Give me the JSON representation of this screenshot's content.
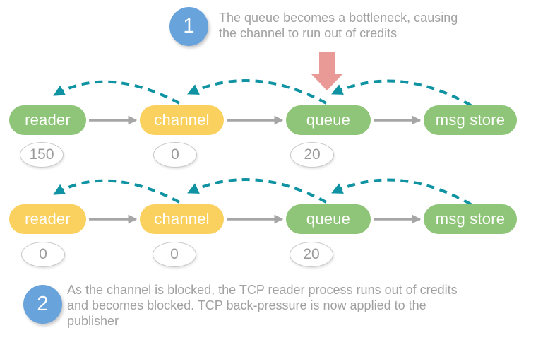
{
  "colors": {
    "green": "#8fc578",
    "yellow": "#fad15f",
    "teal": "#0f93a2",
    "salmon": "#e99a96",
    "blue": "#68a3db",
    "arrow_gray": "#a6a6a6",
    "note_gray": "#a1a1a1",
    "badge_text_gray": "#9b9b9b",
    "node_text": "#ffffff"
  },
  "annotations": {
    "step1": {
      "number": "1",
      "lines": [
        "The queue becomes a bottleneck, causing",
        "the channel to run out of credits"
      ]
    },
    "step2": {
      "number": "2",
      "lines": [
        "As the channel is blocked, the TCP reader process runs out of credits",
        "and becomes blocked. TCP back-pressure is now applied to the",
        "publisher"
      ]
    }
  },
  "diagram": {
    "rows": [
      {
        "name": "row-1",
        "nodes": [
          {
            "label": "reader",
            "fill": "green",
            "credits": "150"
          },
          {
            "label": "channel",
            "fill": "yellow",
            "credits": "0"
          },
          {
            "label": "queue",
            "fill": "green",
            "credits": "20"
          },
          {
            "label": "msg store",
            "fill": "green"
          }
        ]
      },
      {
        "name": "row-2",
        "nodes": [
          {
            "label": "reader",
            "fill": "yellow",
            "credits": "0"
          },
          {
            "label": "channel",
            "fill": "yellow",
            "credits": "0"
          },
          {
            "label": "queue",
            "fill": "green",
            "credits": "20"
          },
          {
            "label": "msg store",
            "fill": "green"
          }
        ]
      }
    ]
  }
}
